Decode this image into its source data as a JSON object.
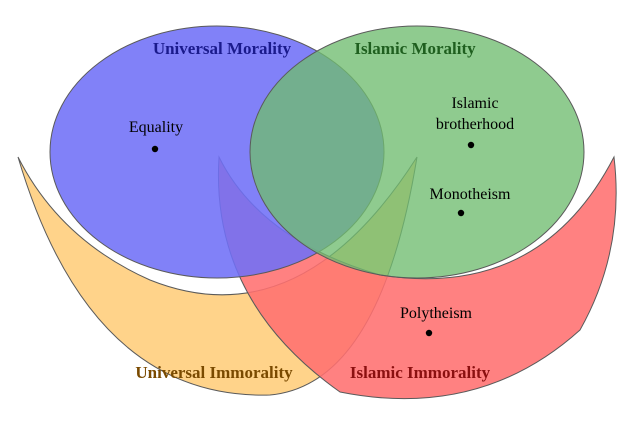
{
  "diagram": {
    "sets": {
      "universal_morality": {
        "title": "Universal Morality",
        "fill": "#6f6ff7",
        "title_color": "#1a1a8c"
      },
      "islamic_morality": {
        "title": "Islamic Morality",
        "fill": "#6fbd6f",
        "title_color": "#1f5f1f"
      },
      "universal_immorality": {
        "title": "Universal Immorality",
        "fill": "#ffcf80",
        "title_color": "#7a4a00"
      },
      "islamic_immorality": {
        "title": "Islamic Immorality",
        "fill": "#ff7070",
        "title_color": "#8b1010"
      }
    },
    "items": {
      "equality": "Equality",
      "islamic_brotherhood_line1": "Islamic",
      "islamic_brotherhood_line2": "brotherhood",
      "monotheism": "Monotheism",
      "polytheism": "Polytheism"
    }
  }
}
